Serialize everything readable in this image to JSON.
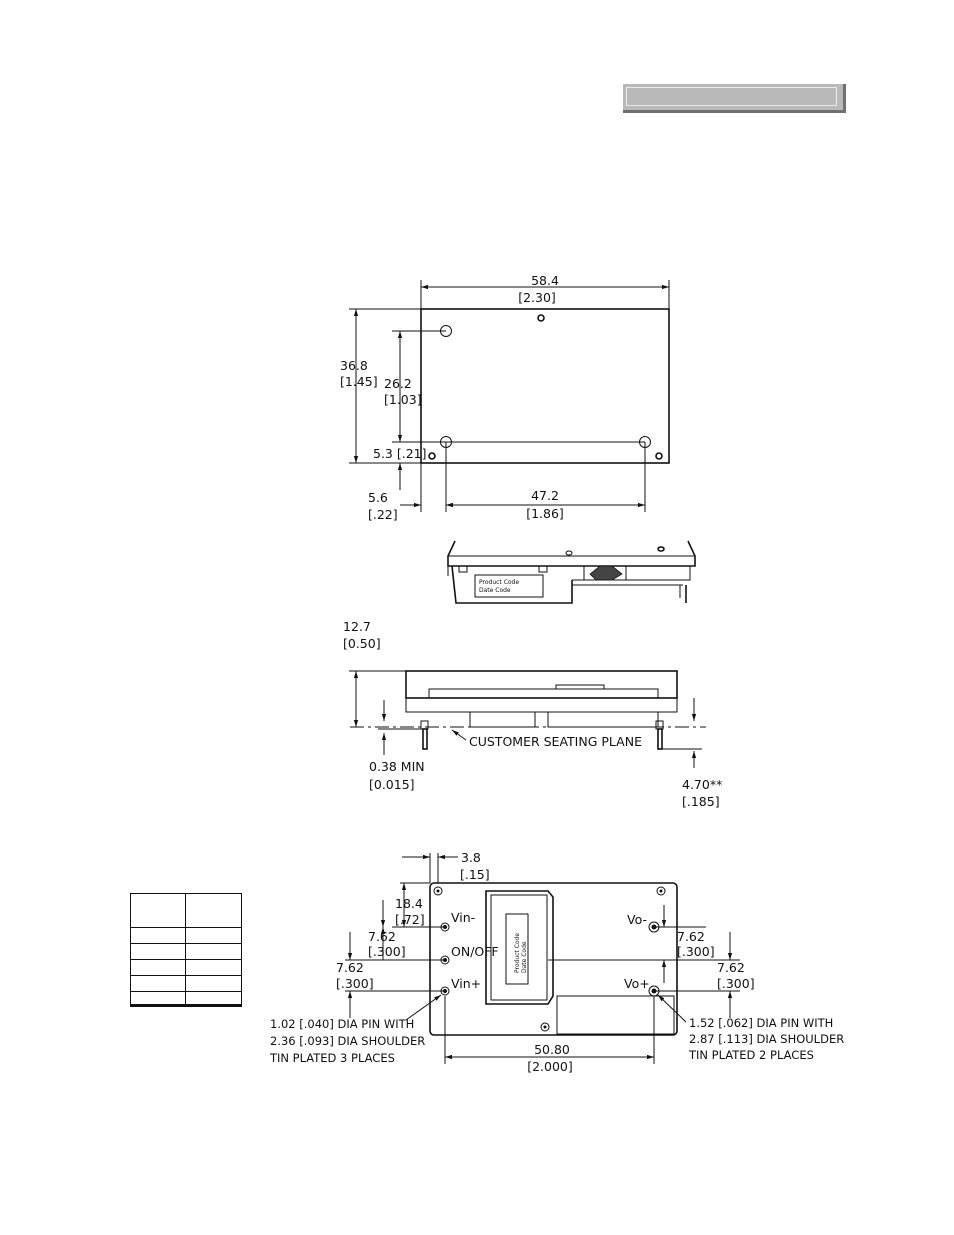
{
  "header": {
    "bar_color": "#b9b9b9"
  },
  "top_view": {
    "width_mm": "58.4",
    "width_in": "[2.30]",
    "height_mm": "36.8",
    "height_in": "[1.45]",
    "pin_span_mm": "26.2",
    "pin_span_in": "[1.03]",
    "offset_y": "5.3 [.21]",
    "offset_x_mm": "5.6",
    "offset_x_in": "[.22]",
    "pin_pitch_mm": "47.2",
    "pin_pitch_in": "[1.86]"
  },
  "iso_view": {
    "label_line1": "Product Code",
    "label_line2": "Date Code"
  },
  "side_view": {
    "height_mm": "12.7",
    "height_in": "[0.50]",
    "seating_plane": "CUSTOMER SEATING PLANE",
    "standoff_mm": "0.38 MIN",
    "standoff_in": "[0.015]",
    "pin_len_mm": "4.70**",
    "pin_len_in": "[.185]"
  },
  "bottom_view": {
    "edge_offset_mm": "3.8",
    "edge_offset_in": "[.15]",
    "pin_y_mm": "18.4",
    "pin_y_in": "[.72]",
    "left_pitch1_mm": "7.62",
    "left_pitch1_in": "[.300]",
    "left_pitch2_mm": "7.62",
    "left_pitch2_in": "[.300]",
    "right_pitch1_mm": "7.62",
    "right_pitch1_in": "[.300]",
    "right_pitch2_mm": "7.62",
    "right_pitch2_in": "[.300]",
    "pin_vin_minus": "Vin-",
    "pin_on_off": "ON/OFF",
    "pin_vin_plus": "Vin+",
    "pin_vo_minus": "Vo-",
    "pin_vo_plus": "Vo+",
    "label_line1": "Product Code",
    "label_line2": "Date Code",
    "left_note": [
      "1.02 [.040] DIA PIN WITH",
      "2.36 [.093] DIA SHOULDER",
      "TIN PLATED 3 PLACES"
    ],
    "right_note": [
      "1.52 [.062] DIA PIN WITH",
      "2.87 [.113] DIA SHOULDER",
      "TIN PLATED 2 PLACES"
    ],
    "bottom_span_mm": "50.80",
    "bottom_span_in": "[2.000]"
  }
}
